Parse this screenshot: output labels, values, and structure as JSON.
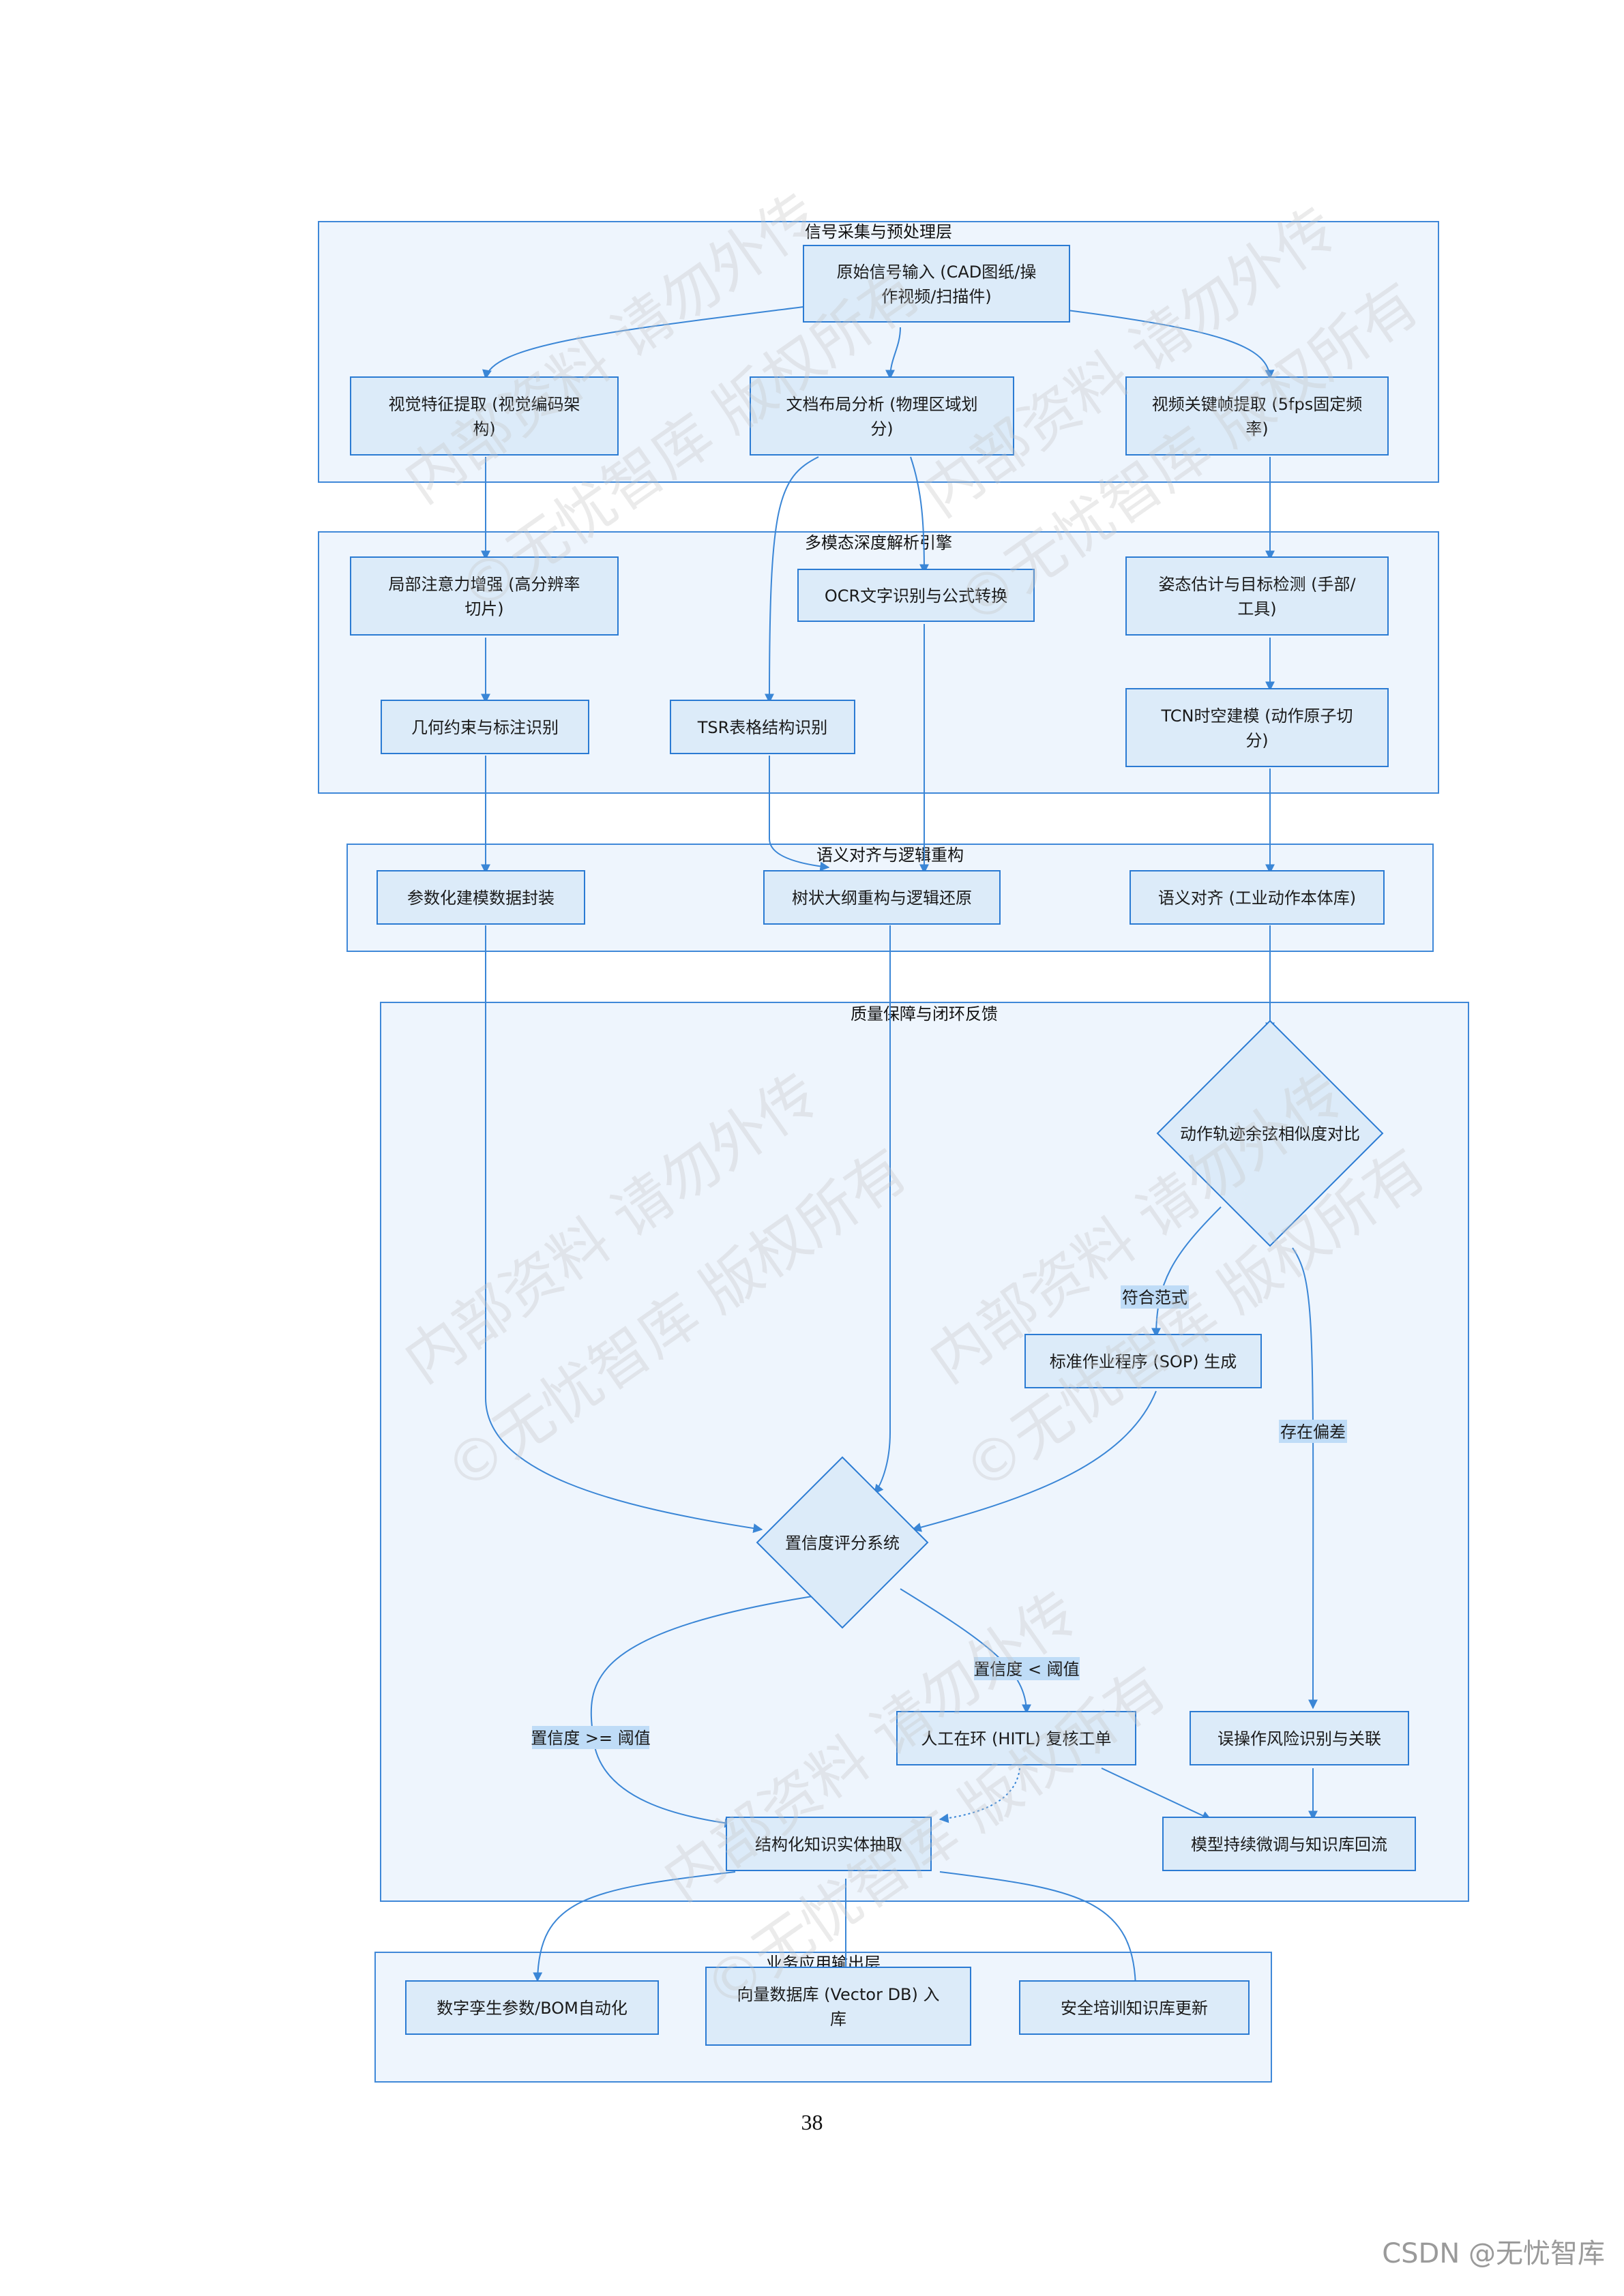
{
  "groups": {
    "g1": "信号采集与预处理层",
    "g2": "多模态深度解析引擎",
    "g3": "语义对齐与逻辑重构",
    "g4": "质量保障与闭环反馈",
    "g5": "业务应用输出层"
  },
  "nodes": {
    "raw_input": [
      "原始信号输入 (CAD图纸/操",
      "作视频/扫描件)"
    ],
    "visual_feat": [
      "视觉特征提取 (视觉编码架",
      "构)"
    ],
    "doc_layout": [
      "文档布局分析 (物理区域划",
      "分)"
    ],
    "video_key": [
      "视频关键帧提取 (5fps固定频",
      "率)"
    ],
    "local_attn": [
      "局部注意力增强 (高分辨率",
      "切片)"
    ],
    "ocr": [
      "OCR文字识别与公式转换"
    ],
    "pose": [
      "姿态估计与目标检测 (手部/",
      "工具)"
    ],
    "geo": [
      "几何约束与标注识别"
    ],
    "tsr": [
      "TSR表格结构识别"
    ],
    "tcn": [
      "TCN时空建模 (动作原子切",
      "分)"
    ],
    "param": [
      "参数化建模数据封装"
    ],
    "tree": [
      "树状大纲重构与逻辑还原"
    ],
    "semantic": [
      "语义对齐 (工业动作本体库)"
    ],
    "cosine": [
      "动作轨迹余弦相似度对比"
    ],
    "sop": [
      "标准作业程序 (SOP) 生成"
    ],
    "confidence": [
      "置信度评分系统"
    ],
    "hitl": [
      "人工在环 (HITL) 复核工单"
    ],
    "risk": [
      "误操作风险识别与关联"
    ],
    "extract": [
      "结构化知识实体抽取"
    ],
    "finetune": [
      "模型持续微调与知识库回流"
    ],
    "bom": [
      "数字孪生参数/BOM自动化"
    ],
    "vector": [
      "向量数据库 (Vector DB) 入",
      "库"
    ],
    "safety": [
      "安全培训知识库更新"
    ]
  },
  "edge_labels": {
    "match": "符合范式",
    "deviation": "存在偏差",
    "low_conf": "置信度 < 阈值",
    "high_conf": "置信度 >= 阈值"
  },
  "watermark": {
    "line1": "内部资料 请勿外传",
    "line2": "©无忧智库 版权所有"
  },
  "page_number": "38",
  "footer_brand": "CSDN @无忧智库",
  "colors": {
    "node_fill": "#dcebf9",
    "node_stroke": "#2b7bd3",
    "group_fill": "#eef5fd",
    "edge": "#3a86d6"
  }
}
